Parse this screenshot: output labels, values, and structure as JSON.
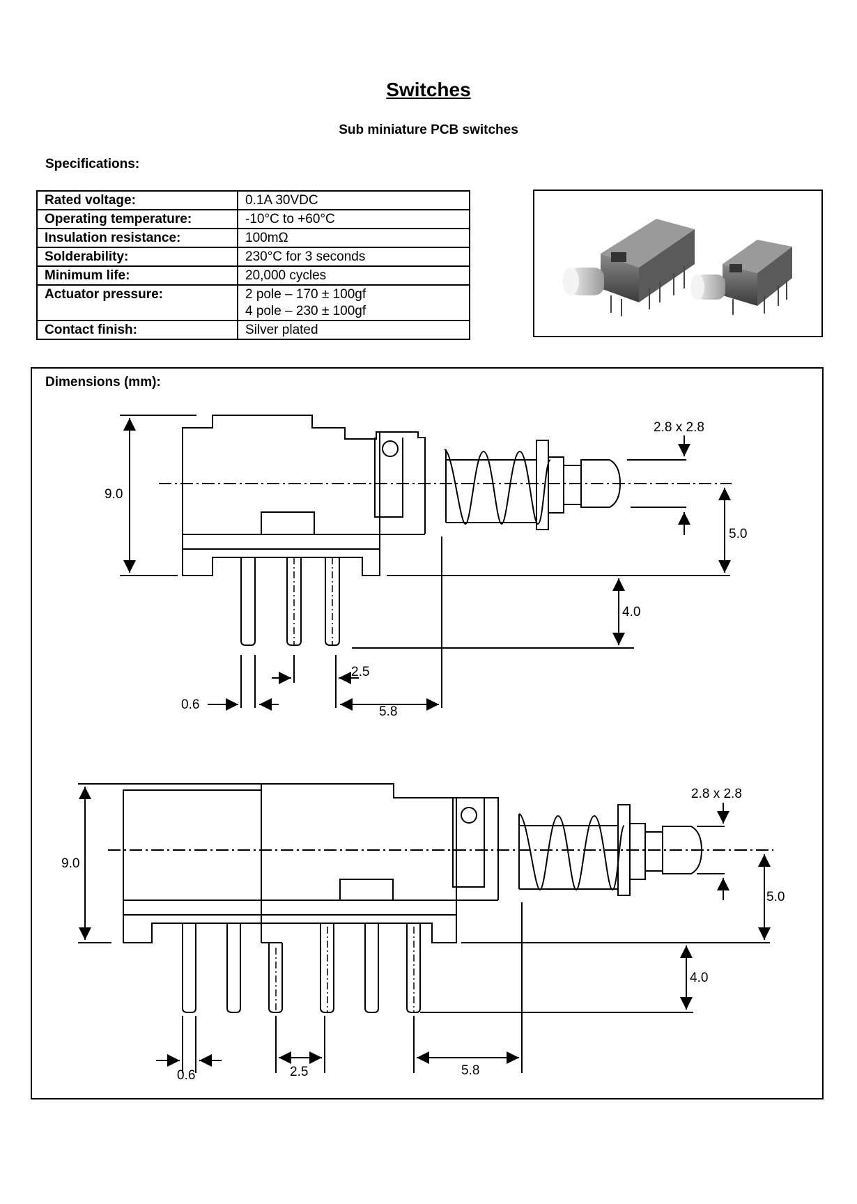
{
  "title": "Switches",
  "subtitle": "Sub miniature PCB switches",
  "spec_heading": "Specifications:",
  "specs": [
    {
      "label": "Rated voltage:",
      "value": "0.1A 30VDC"
    },
    {
      "label": "Operating temperature:",
      "value": "-10°C to +60°C"
    },
    {
      "label": "Insulation resistance:",
      "value": "100mΩ"
    },
    {
      "label": "Solderability:",
      "value": "230°C for 3 seconds"
    },
    {
      "label": "Minimum life:",
      "value": "20,000 cycles"
    },
    {
      "label": "Actuator pressure:",
      "value": "2 pole – 170 ± 100gf",
      "value2": "4 pole – 230 ± 100gf"
    },
    {
      "label": "Contact finish:",
      "value": "Silver plated"
    }
  ],
  "dimensions_heading": "Dimensions (mm):",
  "drawing_2pole": {
    "height": "9.0",
    "actuator": "2.8 x 2.8",
    "offset": "5.0",
    "pin_length": "4.0",
    "pin_width": "0.6",
    "pin_pitch": "2.5",
    "pin_offset": "5.8"
  },
  "drawing_4pole": {
    "height": "9.0",
    "actuator": "2.8 x 2.8",
    "offset": "5.0",
    "pin_length": "4.0",
    "pin_width": "0.6",
    "pin_pitch": "2.5",
    "pin_offset": "5.8"
  }
}
